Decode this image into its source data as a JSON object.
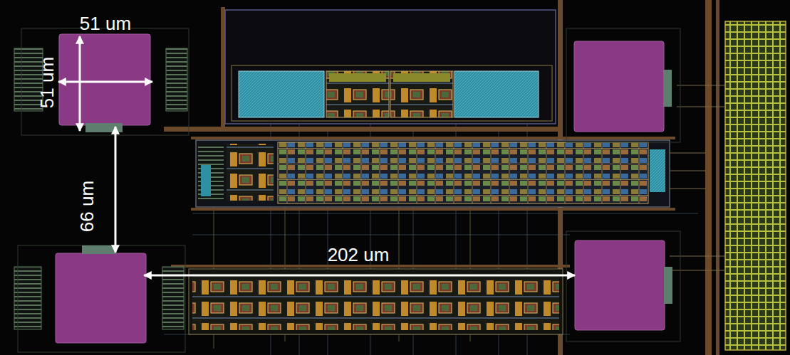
{
  "diagram": {
    "labels": [
      "51 um",
      "51 um",
      "66 um",
      "202 um"
    ]
  }
}
